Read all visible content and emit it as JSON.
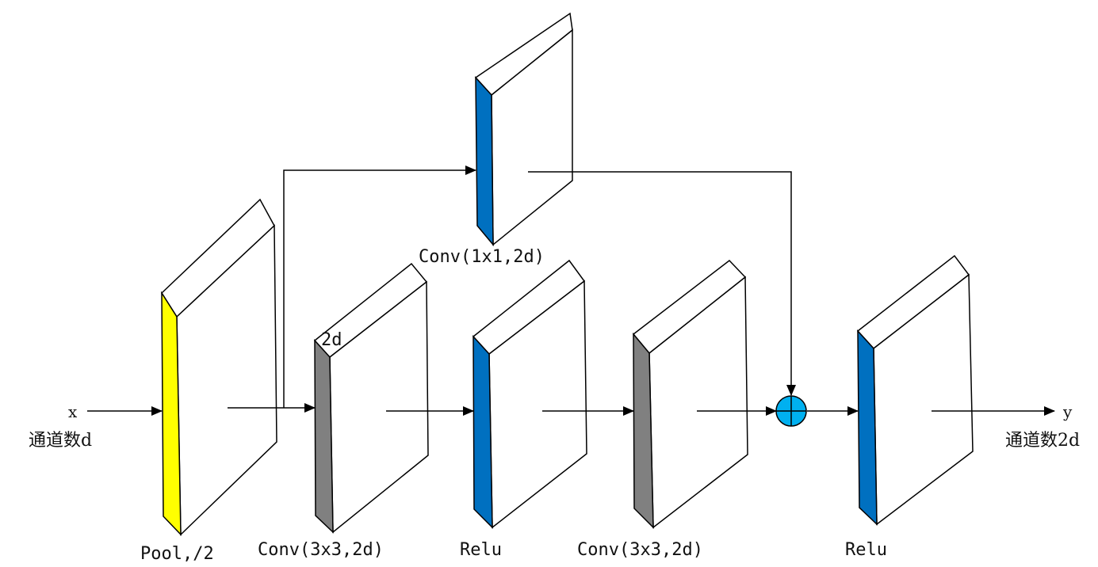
{
  "colors": {
    "pool_face": "#ffff00",
    "conv_face": "#808080",
    "relu_face": "#0070c0",
    "shortcut_face": "#0070c0",
    "add_node": "#00b0f0",
    "line": "#000000"
  },
  "input": {
    "symbol": "x",
    "channels": "通道数d"
  },
  "output": {
    "symbol": "y",
    "channels": "通道数2d"
  },
  "layers": {
    "pool": {
      "label": "Pool,/2"
    },
    "conv1": {
      "label": "Conv(3x3,2d)",
      "depth_note": "2d"
    },
    "relu1": {
      "label": "Relu"
    },
    "conv2": {
      "label": "Conv(3x3,2d)"
    },
    "relu2": {
      "label": "Relu"
    },
    "shortcut": {
      "label": "Conv(1x1,2d)"
    }
  },
  "add_node": {
    "icon": "plus-circle-icon"
  }
}
